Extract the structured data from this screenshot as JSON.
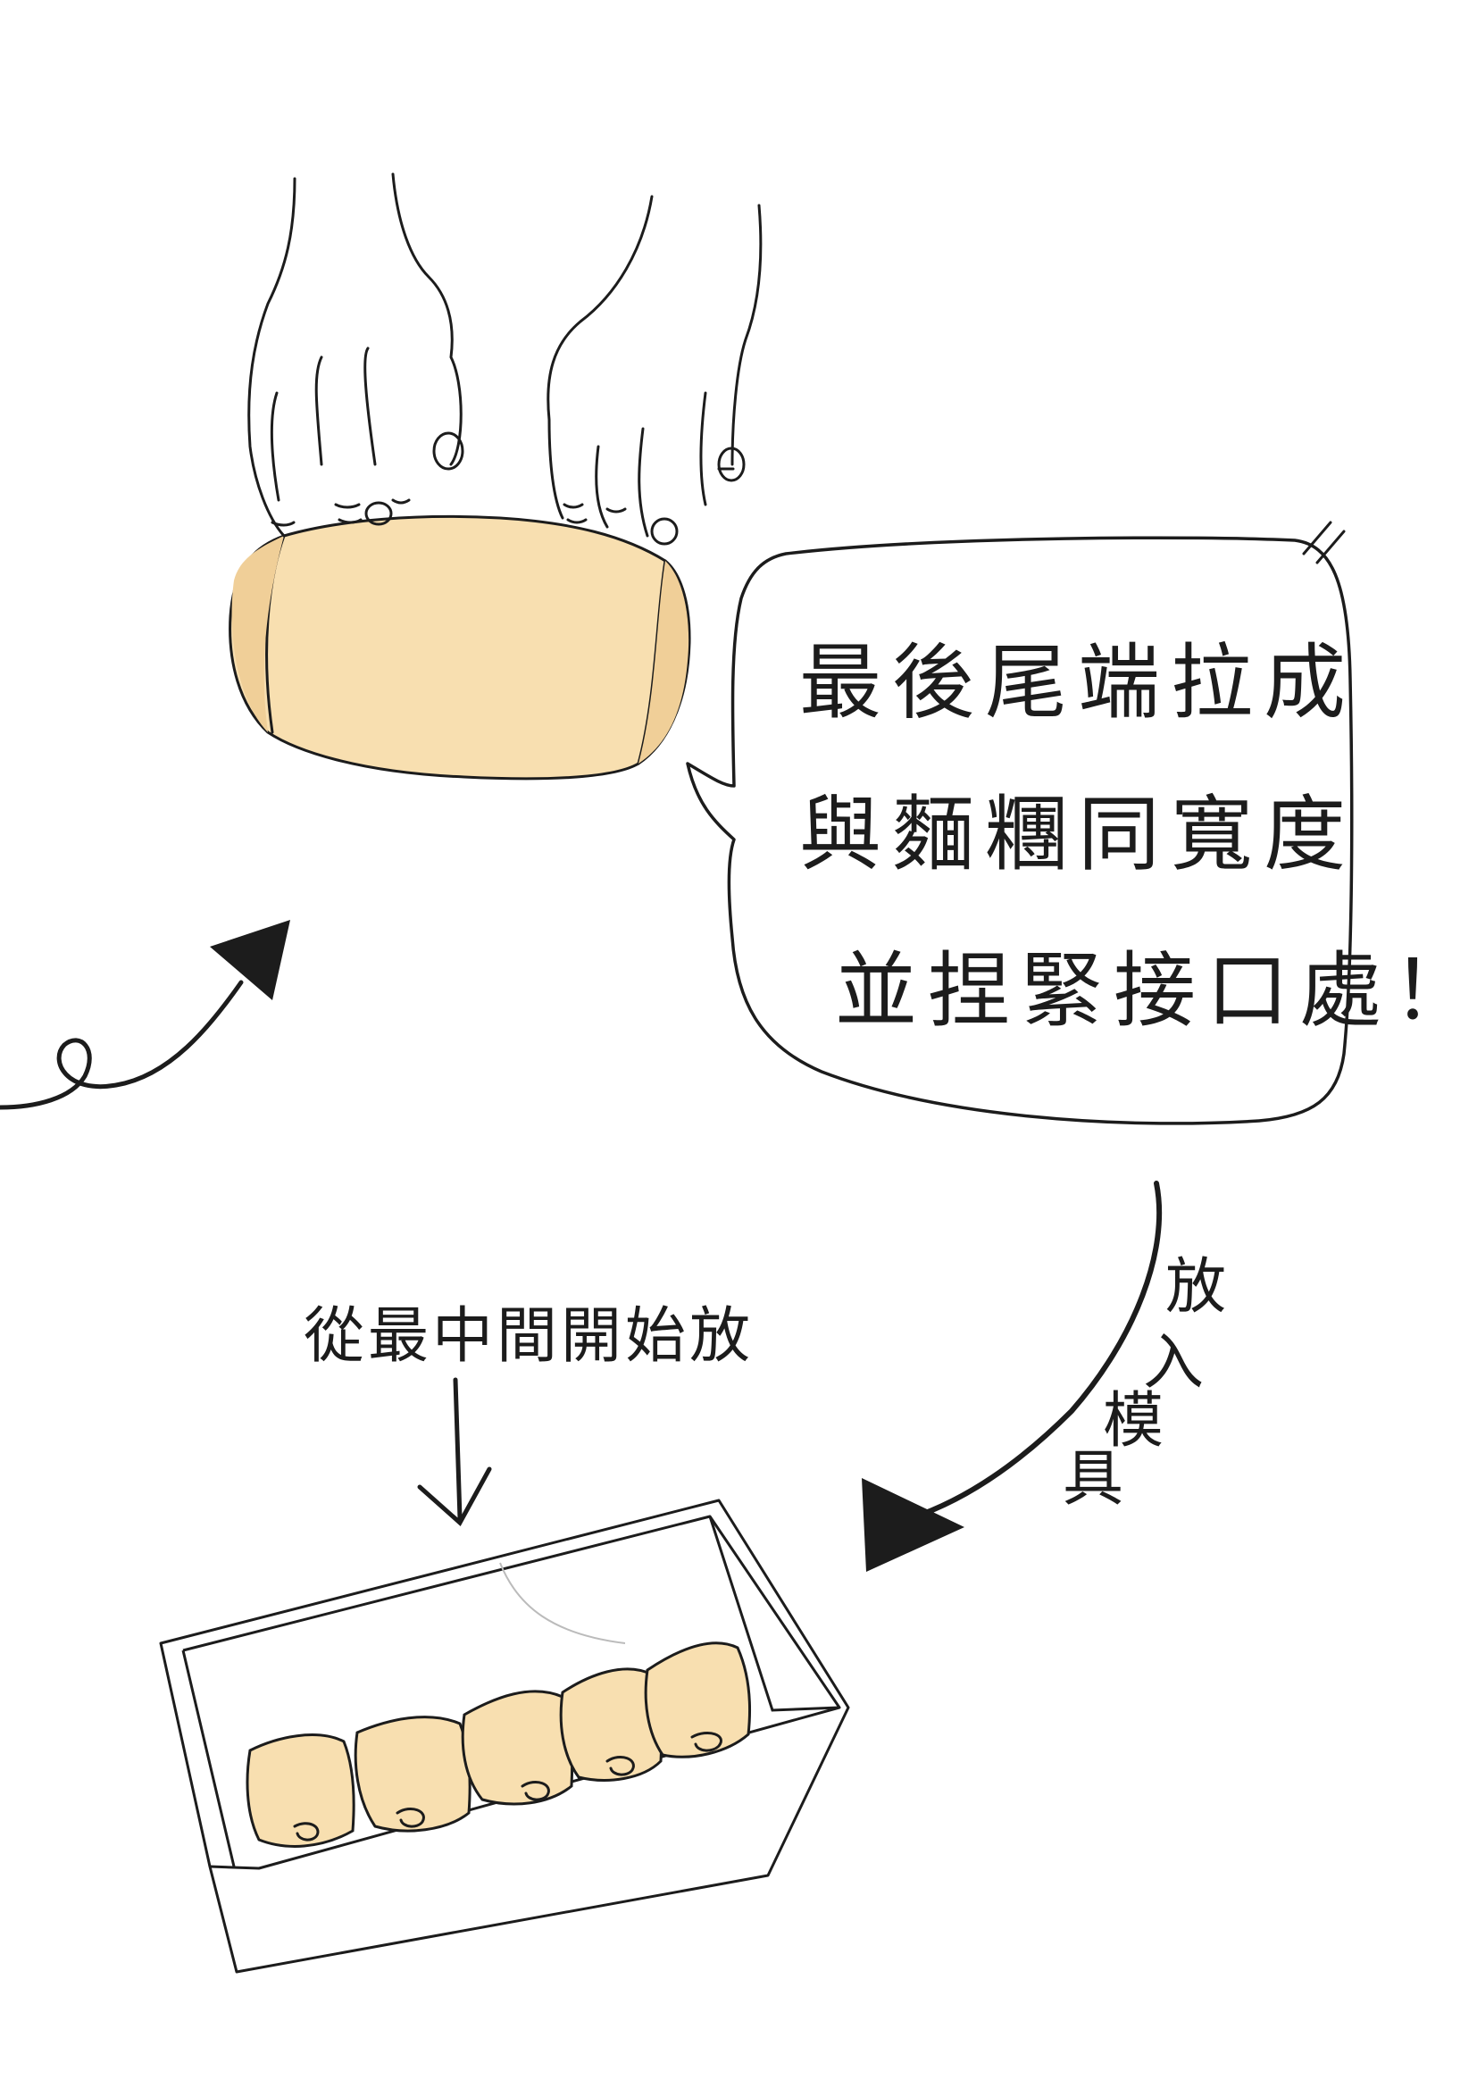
{
  "speech_bubble": {
    "line1": "最後尾端拉成",
    "line2": "與麵糰同寬度",
    "line3": "並捏緊接口處！"
  },
  "top_note": "從最中間開始放",
  "side_note": {
    "chars": [
      "放",
      "入",
      "模",
      "具"
    ]
  },
  "colors": {
    "ink": "#1c1c1c",
    "dough": "#f8dfb0",
    "dough_shadow": "#f0cf98",
    "paper": "#ffffff"
  }
}
